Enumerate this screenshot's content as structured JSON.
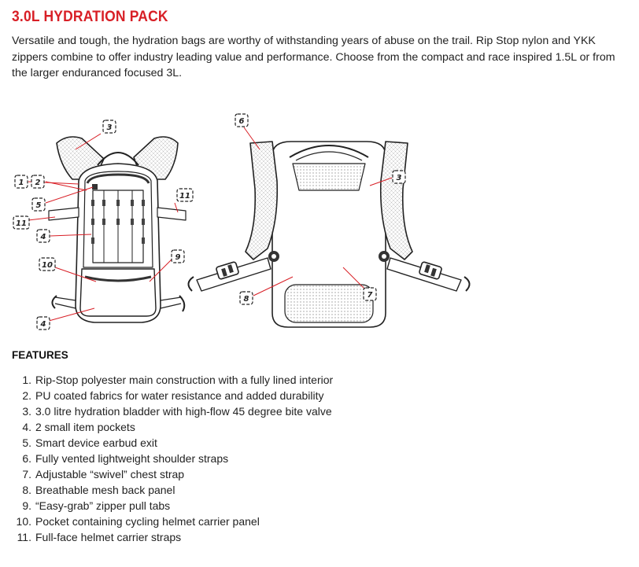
{
  "title": "3.0L HYDRATION PACK",
  "intro": "Versatile and tough, the hydration bags are worthy of withstanding years of abuse on the trail. Rip Stop nylon and YKK zippers combine to offer industry leading value and performance. Choose from the compact and race inspired 1.5L or from the larger enduranced focused 3L.",
  "diagram": {
    "front_callouts": [
      "3",
      "1",
      "2",
      "5",
      "11",
      "11",
      "4",
      "9",
      "10",
      "4"
    ],
    "back_callouts": [
      "6",
      "3",
      "8",
      "7"
    ]
  },
  "features_heading": "FEATURES",
  "features": [
    {
      "num": "1",
      "text": "Rip-Stop polyester main construction with a fully lined interior"
    },
    {
      "num": "2",
      "text": "PU coated fabrics for water resistance and added durability"
    },
    {
      "num": "3",
      "text": "3.0 litre hydration bladder with high-flow 45 degree bite valve"
    },
    {
      "num": "4",
      "text": "2 small item pockets"
    },
    {
      "num": "5",
      "text": "Smart device earbud exit"
    },
    {
      "num": "6",
      "text": "Fully vented lightweight shoulder straps"
    },
    {
      "num": "7",
      "text": "Adjustable “swivel” chest strap"
    },
    {
      "num": "8",
      "text": "Breathable mesh back panel"
    },
    {
      "num": "9",
      "text": "“Easy-grab” zipper pull tabs"
    },
    {
      "num": "10",
      "text": "Pocket containing cycling helmet carrier panel"
    },
    {
      "num": "11",
      "text": "Full-face helmet carrier straps"
    }
  ],
  "colors": {
    "title": "#d81f26",
    "text": "#222222",
    "callout_line": "#d81f26"
  }
}
